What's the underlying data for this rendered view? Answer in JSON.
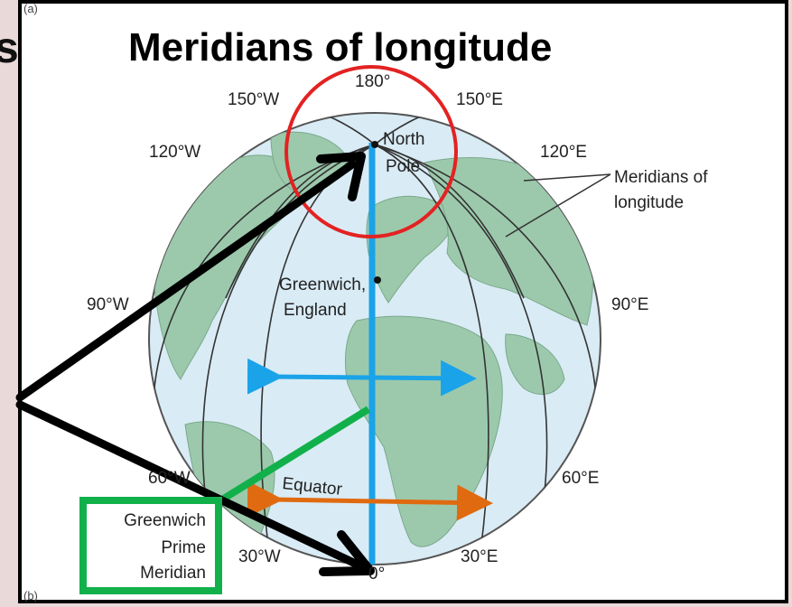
{
  "slide": {
    "title": "Meridians of longitude",
    "edge_letter": "s",
    "panel_label_a": "(a)",
    "panel_label_b": "(b)"
  },
  "globe_labels": {
    "top_center": "180°",
    "w150": "150°W",
    "e150": "150°E",
    "w120": "120°W",
    "e120": "120°E",
    "w90": "90°W",
    "e90": "90°E",
    "w60": "60°W",
    "e60": "60°E",
    "w30": "30°W",
    "e30": "30°E",
    "bottom_center": "0°",
    "north_pole_1": "North",
    "north_pole_2": "Pole",
    "greenwich_1": "Greenwich,",
    "greenwich_2": "England",
    "equator": "Equator",
    "meridians_1": "Meridians of",
    "meridians_2": "longitude"
  },
  "prime_meridian_box": {
    "line1": "Greenwich",
    "line2": "Prime",
    "line3": "Meridian"
  },
  "colors": {
    "ocean": "#d9ebf5",
    "land": "#9cc9ac",
    "prime_meridian": "#1aa3e8",
    "circle": "#e32222",
    "green_box": "#12b04b",
    "arrow_blue": "#1aa3e8",
    "arrow_orange": "#e06a10"
  }
}
